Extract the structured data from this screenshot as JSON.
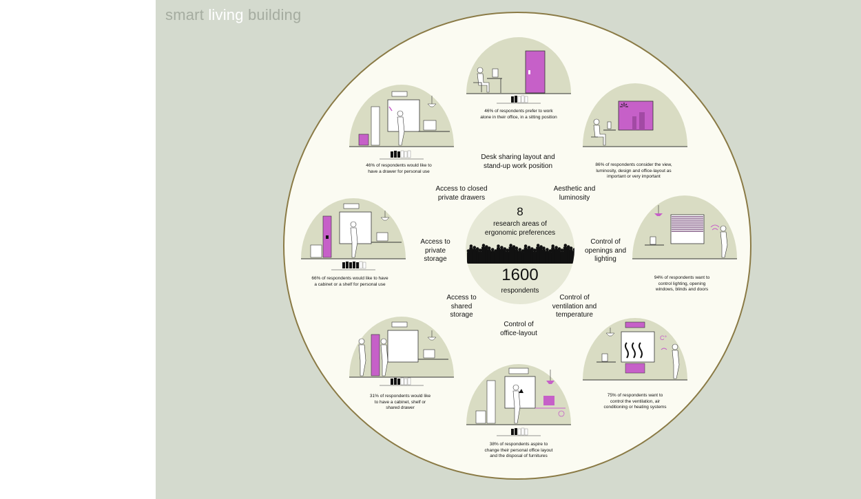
{
  "brand": {
    "part1": "smart ",
    "part2": "living",
    "part3": " building"
  },
  "center": {
    "top_number": "8",
    "top_line1": "research areas of",
    "top_line2": "ergonomic preferences",
    "bottom_number": "1600",
    "bottom_label": "respondents"
  },
  "areas": [
    {
      "line1": "Desk sharing layout and",
      "line2": "stand-up work position"
    },
    {
      "line1": "Aesthetic and",
      "line2": "luminosity"
    },
    {
      "line1": "Control of",
      "line2": "openings and",
      "line3": "lighting"
    },
    {
      "line1": "Control of",
      "line2": "ventilation and",
      "line3": "temperature"
    },
    {
      "line1": "Control of",
      "line2": "office-layout"
    },
    {
      "line1": "Access to",
      "line2": "shared",
      "line3": "storage"
    },
    {
      "line1": "Access to",
      "line2": "private",
      "line3": "storage"
    },
    {
      "line1": "Access to closed",
      "line2": "private drawers"
    }
  ],
  "findings": [
    {
      "line1": "46% of respondents prefer to work",
      "line2": "alone in their office, in a sitting position"
    },
    {
      "line1": "86% of respondents consider the view,",
      "line2": "luminosity, design and office-layout as",
      "line3": "important or very important"
    },
    {
      "line1": "94% of respondents want to",
      "line2": "control lighting, opening",
      "line3": "windows, blinds and doors"
    },
    {
      "line1": "75% of respondents want to",
      "line2": "control the ventilation, air",
      "line3": "conditioning or heating systems"
    },
    {
      "line1": "38% of respondents aspire to",
      "line2": "change their personal office layout",
      "line3": "and the disposal of furnitures"
    },
    {
      "line1": "31% of respondents  would like",
      "line2": "to have a cabinet, shelf or",
      "line3": "shared drawer"
    },
    {
      "line1": "66% of respondents would like to have",
      "line2": "a cabinet or a shelf for personal use"
    },
    {
      "line1": "46% of respondents would like to",
      "line2": "have  a drawer for personal use"
    }
  ],
  "colors": {
    "panel": "#d4dace",
    "circle_fill": "#fbfbf2",
    "circle_border": "#8a7a45",
    "dome": "#d9dcc3",
    "accent": "#c660c8",
    "brand_text": "#a5aca0",
    "brand_highlight": "#ffffff"
  }
}
